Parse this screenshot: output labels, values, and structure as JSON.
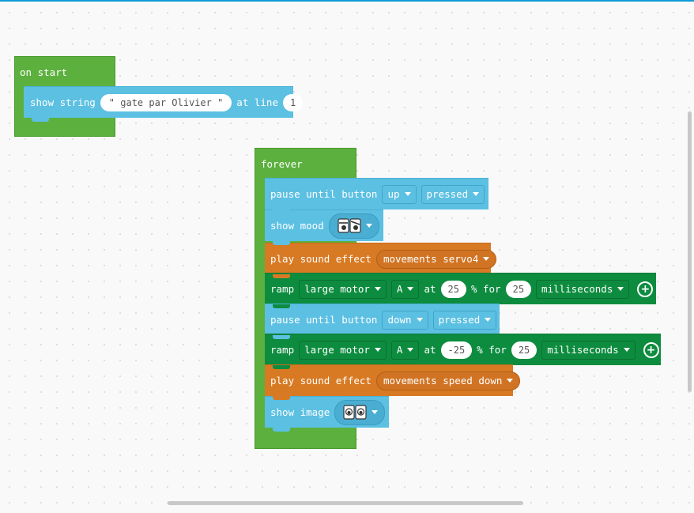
{
  "on_start": {
    "label": "on start",
    "show_string": {
      "label": "show string",
      "text": "\" gate par Olivier \"",
      "at_line_label": "at line",
      "line": "1"
    }
  },
  "forever": {
    "label": "forever",
    "pause1": {
      "label": "pause until button",
      "button": "up",
      "event": "pressed"
    },
    "show_mood": {
      "label": "show mood",
      "icon": "eyes-mood-icon"
    },
    "sound1": {
      "label": "play sound effect",
      "effect": "movements servo4"
    },
    "ramp1": {
      "label": "ramp",
      "motor": "large motor",
      "port": "A",
      "at": "at",
      "speed": "25",
      "for": "% for",
      "duration": "25",
      "unit": "milliseconds"
    },
    "pause2": {
      "label": "pause until button",
      "button": "down",
      "event": "pressed"
    },
    "ramp2": {
      "label": "ramp",
      "motor": "large motor",
      "port": "A",
      "at": "at",
      "speed": "-25",
      "for": "% for",
      "duration": "25",
      "unit": "milliseconds"
    },
    "sound2": {
      "label": "play sound effect",
      "effect": "movements speed down"
    },
    "show_image": {
      "label": "show image",
      "icon": "eyes-image-icon"
    }
  },
  "colors": {
    "event": "#5cb03e",
    "brick": "#5cc0e2",
    "sound": "#d87a23",
    "motor": "#0d8c3f",
    "accent": "#0f9bd7"
  }
}
